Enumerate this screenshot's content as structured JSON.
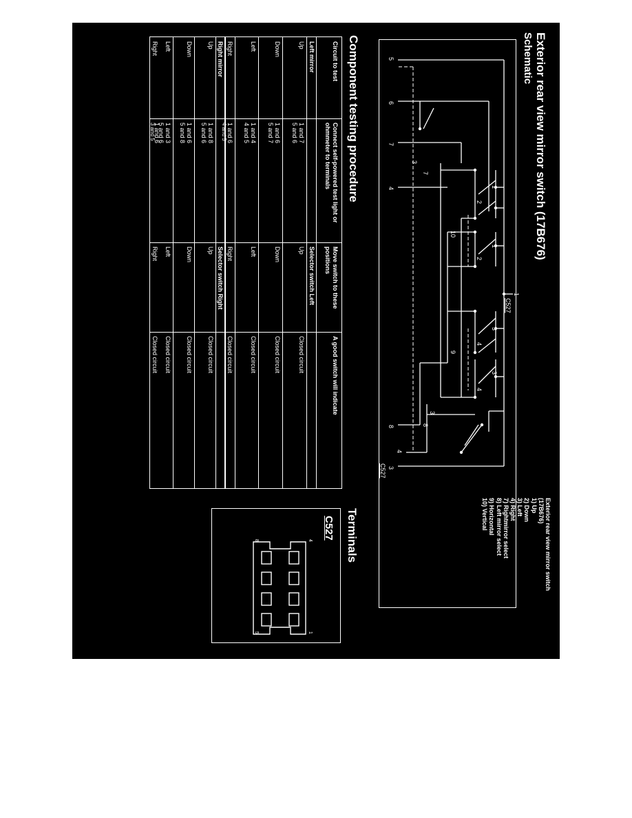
{
  "title": "Exterior rear view mirror switch (17B676)",
  "schematic": {
    "heading": "Schematic",
    "connector_label": "C527",
    "connector_label_2": "C527",
    "pins": {
      "p1": "1",
      "p5": "5",
      "p6": "6",
      "p7": "7",
      "p4": "4",
      "p8": "8",
      "p3": "3"
    },
    "switch_labels": [
      "1",
      "2",
      "1",
      "2",
      "3",
      "4",
      "3",
      "4",
      "3",
      "4",
      "3",
      "8",
      "7",
      "10",
      "9"
    ]
  },
  "legend": {
    "items": [
      "Exterior rear view mirror switch",
      "(17B676)",
      "1) Up",
      "2) Down",
      "3) Left",
      "4) Right",
      "7) Rightmirror select",
      "8) Left mirror select",
      "9) Horizontal",
      "10) Vertical"
    ]
  },
  "procedure": {
    "heading": "Component testing procedure",
    "headers": [
      "Circuit to test",
      [
        "Connect self-powered test light or",
        "ohmmeter to terminals"
      ],
      [
        "Move switch to these",
        "positions"
      ],
      "A good switch will indicate"
    ],
    "sections": [
      {
        "label": "Left mirror",
        "selector": "Selector switch Left",
        "rows": [
          {
            "circuit": "Up",
            "terminals": [
              "1 and 7",
              "5 and 6"
            ],
            "position": "Up",
            "result": "Closed circuit"
          },
          {
            "circuit": "Down",
            "terminals": [
              "1 and 6",
              "5 and 7"
            ],
            "position": "Down",
            "result": "Closed circuit"
          },
          {
            "circuit": "Left",
            "terminals": [
              "1 and 4",
              "4 and 5"
            ],
            "position": "Left",
            "result": "Closed circuit"
          },
          {
            "circuit": "Right",
            "terminals": [
              "1 and 6",
              "4 and 5"
            ],
            "position": "Right",
            "result": "Closed circuit"
          }
        ]
      },
      {
        "label": "Right mirror",
        "selector": "Selector switch Right",
        "rows": [
          {
            "circuit": "Up",
            "terminals": [
              "1 and 8",
              "5 and 6"
            ],
            "position": "Up",
            "result": "Closed circuit"
          },
          {
            "circuit": "Down",
            "terminals": [
              "1 and 6",
              "5 and 8"
            ],
            "position": "Down",
            "result": "Closed circuit"
          },
          {
            "circuit": "Left",
            "terminals": [
              "1 and 3",
              "5 and 6"
            ],
            "position": "Left",
            "result": "Closed circuit"
          },
          {
            "circuit": "Right",
            "terminals": [
              "1 and 6",
              "3 and 5"
            ],
            "position": "Right",
            "result": "Closed circuit"
          }
        ]
      }
    ]
  },
  "terminals": {
    "heading": "Terminals",
    "connector": "C527",
    "corner_labels": [
      "4",
      "8",
      "1",
      "5"
    ]
  },
  "colors": {
    "background": "#000000",
    "foreground": "#ffffff",
    "page": "#ffffff"
  }
}
